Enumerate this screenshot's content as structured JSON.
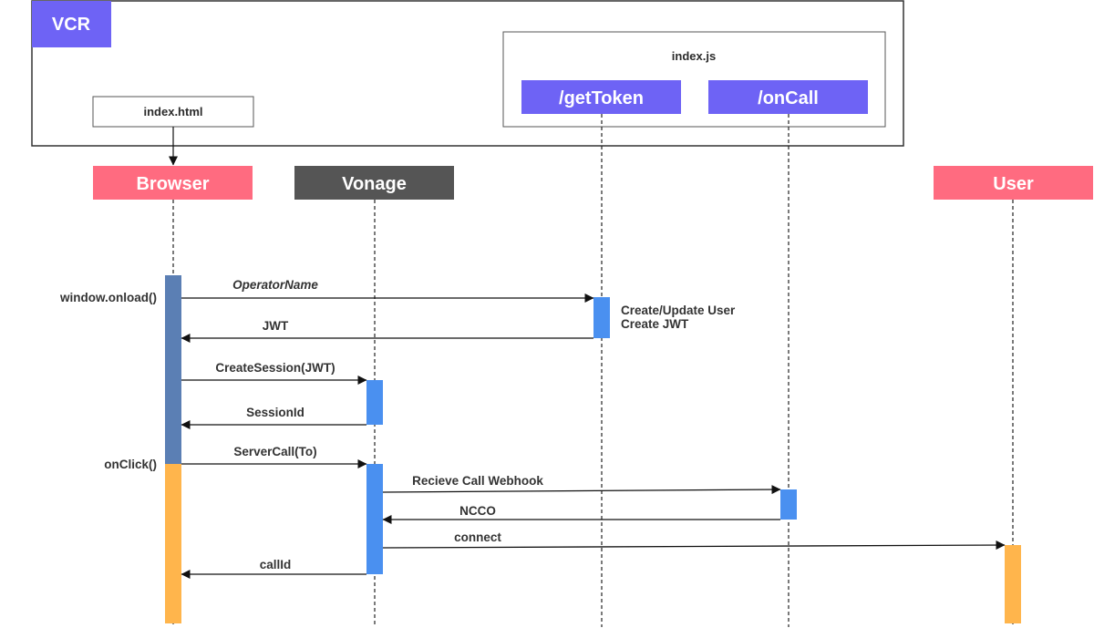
{
  "containers": {
    "vcr_title": "VCR",
    "index_js_label": "index.js",
    "index_html_label": "index.html"
  },
  "endpoints": {
    "get_token": "/getToken",
    "on_call": "/onCall"
  },
  "participants": {
    "browser": "Browser",
    "vonage": "Vonage",
    "user": "User"
  },
  "triggers": {
    "window_onload": "window.onload()",
    "on_click": "onClick()"
  },
  "notes": {
    "create_update_user": "Create/Update User",
    "create_jwt": "Create JWT"
  },
  "messages": {
    "operator_name": "OperatorName",
    "jwt": "JWT",
    "create_session": "CreateSession(JWT)",
    "session_id": "SessionId",
    "server_call": "ServerCall(To)",
    "receive_call_webhook": "Recieve Call Webhook",
    "ncco": "NCCO",
    "connect": "connect",
    "call_id": "callId"
  },
  "colors": {
    "vcr_badge": "#6E63F5",
    "endpoint_box": "#6E63F5",
    "browser_header": "#FF6B80",
    "vonage_header": "#555555",
    "user_header": "#FF6B80",
    "browser_activation_load": "#5B7FB4",
    "browser_activation_click": "#FFB54C",
    "activation_blue": "#4A90F0",
    "user_activation": "#FFB54C"
  }
}
